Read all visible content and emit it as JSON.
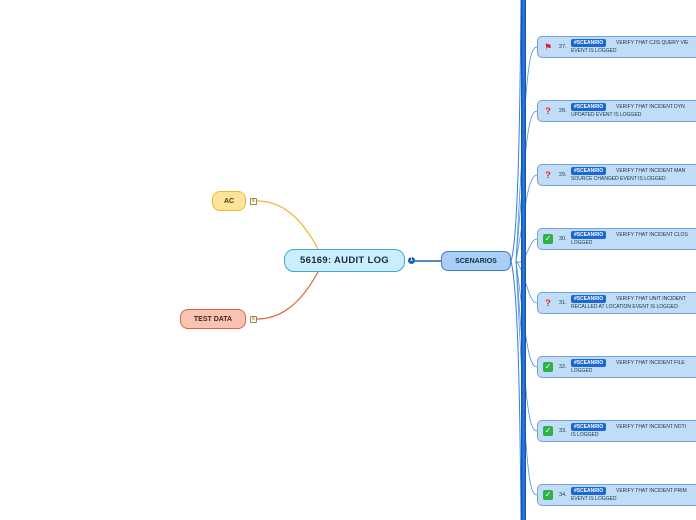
{
  "root": {
    "label": "56169: AUDIT LOG"
  },
  "ac": {
    "label": "AC"
  },
  "test_data": {
    "label": "TEST DATA"
  },
  "scenarios": {
    "label": "SCENARIOS",
    "badge": "1"
  },
  "colors": {
    "ac_branch": "#f0b82e",
    "test_data_branch": "#e0603e",
    "scenario_branch": "#1e5fb0"
  },
  "items": [
    {
      "num": "27.",
      "icon": "flag-icon",
      "tag": "#SCEANRIO",
      "line1": "VERIFY THAT CJIS QUERY VIE",
      "line2": "EVENT IS LOGGED"
    },
    {
      "num": "28.",
      "icon": "question-icon",
      "tag": "#SCEANRIO",
      "line1": "VERIFY THAT  INCIDENT DYN",
      "line2": "UPDATED EVENT IS LOGGED"
    },
    {
      "num": "29.",
      "icon": "question-icon",
      "tag": "#SCEANRIO",
      "line1": "VERIFY THAT INCIDENT MAN",
      "line2": "SOURCE CHANGED EVENT IS LOGGED"
    },
    {
      "num": "30.",
      "icon": "check-icon",
      "tag": "#SCEANRIO",
      "line1": "VERIFY THAT INCIDENT CLOS",
      "line2": "LOGGED"
    },
    {
      "num": "31.",
      "icon": "question-icon",
      "tag": "#SCEANRIO",
      "line1": "VERIFY THAT UNIT INCIDENT",
      "line2": "RECALLED AT LOCATION EVENT IS LOGGED"
    },
    {
      "num": "32.",
      "icon": "check-icon",
      "tag": "#SCEANRIO",
      "line1": "VERIFY THAT INCIDENT FILE",
      "line2": "LOGGED"
    },
    {
      "num": "33.",
      "icon": "check-icon",
      "tag": "#SCEANRIO",
      "line1": "VERIFY THAT INCIDENT NOTI",
      "line2": "IS LOGGED"
    },
    {
      "num": "34.",
      "icon": "check-icon",
      "tag": "#SCEANRIO",
      "line1": "VERIFY THAT INCIDENT PRIM",
      "line2": "EVENT IS LOGGED"
    }
  ]
}
